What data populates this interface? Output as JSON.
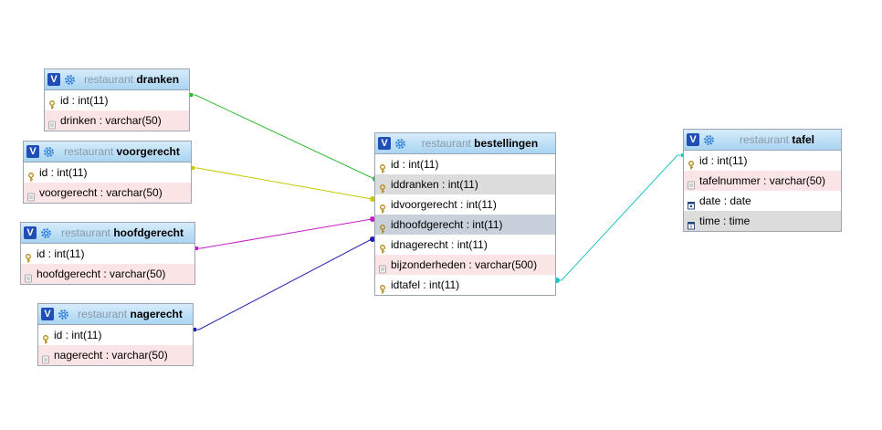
{
  "tables": {
    "dranken": {
      "db": "restaurant",
      "name": "dranken",
      "columns": [
        {
          "text": "id : int(11)",
          "icon": "key-icon"
        },
        {
          "text": "drinken : varchar(50)",
          "icon": "column-icon"
        }
      ]
    },
    "voorgerecht": {
      "db": "restaurant",
      "name": "voorgerecht",
      "columns": [
        {
          "text": "id : int(11)",
          "icon": "key-icon"
        },
        {
          "text": "voorgerecht : varchar(50)",
          "icon": "column-icon"
        }
      ]
    },
    "hoofdgerecht": {
      "db": "restaurant",
      "name": "hoofdgerecht",
      "columns": [
        {
          "text": "id : int(11)",
          "icon": "key-icon"
        },
        {
          "text": "hoofdgerecht : varchar(50)",
          "icon": "column-icon"
        }
      ]
    },
    "nagerecht": {
      "db": "restaurant",
      "name": "nagerecht",
      "columns": [
        {
          "text": "id : int(11)",
          "icon": "key-icon"
        },
        {
          "text": "nagerecht : varchar(50)",
          "icon": "column-icon"
        }
      ]
    },
    "bestellingen": {
      "db": "restaurant",
      "name": "bestellingen",
      "columns": [
        {
          "text": "id : int(11)",
          "icon": "key-icon"
        },
        {
          "text": "iddranken : int(11)",
          "icon": "key-icon"
        },
        {
          "text": "idvoorgerecht : int(11)",
          "icon": "key-icon"
        },
        {
          "text": "idhoofdgerecht : int(11)",
          "icon": "key-icon"
        },
        {
          "text": "idnagerecht : int(11)",
          "icon": "key-icon"
        },
        {
          "text": "bijzonderheden : varchar(500)",
          "icon": "column-icon"
        },
        {
          "text": "idtafel : int(11)",
          "icon": "key-icon"
        }
      ]
    },
    "tafel": {
      "db": "restaurant",
      "name": "tafel",
      "columns": [
        {
          "text": "id : int(11)",
          "icon": "key-icon"
        },
        {
          "text": "tafelnummer : varchar(50)",
          "icon": "column-icon"
        },
        {
          "text": "date : date",
          "icon": "date-icon"
        },
        {
          "text": "time : time",
          "icon": "time-icon"
        }
      ]
    }
  },
  "relations": [
    {
      "from": "dranken.id",
      "to": "bestellingen.iddranken",
      "color": "#2fb82f"
    },
    {
      "from": "voorgerecht.id",
      "to": "bestellingen.idvoorgerecht",
      "color": "#c8c800"
    },
    {
      "from": "hoofdgerecht.id",
      "to": "bestellingen.idhoofdgerecht",
      "color": "#c31ec3"
    },
    {
      "from": "nagerecht.id",
      "to": "bestellingen.idnagerecht",
      "color": "#1e1eb4"
    },
    {
      "from": "tafel.id",
      "to": "bestellingen.idtafel",
      "color": "#1ec3c3"
    }
  ],
  "colors": {
    "header": "#a9d4f2",
    "border": "#9aa6b1",
    "row_pink": "#fbe4e6",
    "row_gray": "#dcdcdc",
    "row_blue": "#c7d0db"
  },
  "toggle_label": "V"
}
